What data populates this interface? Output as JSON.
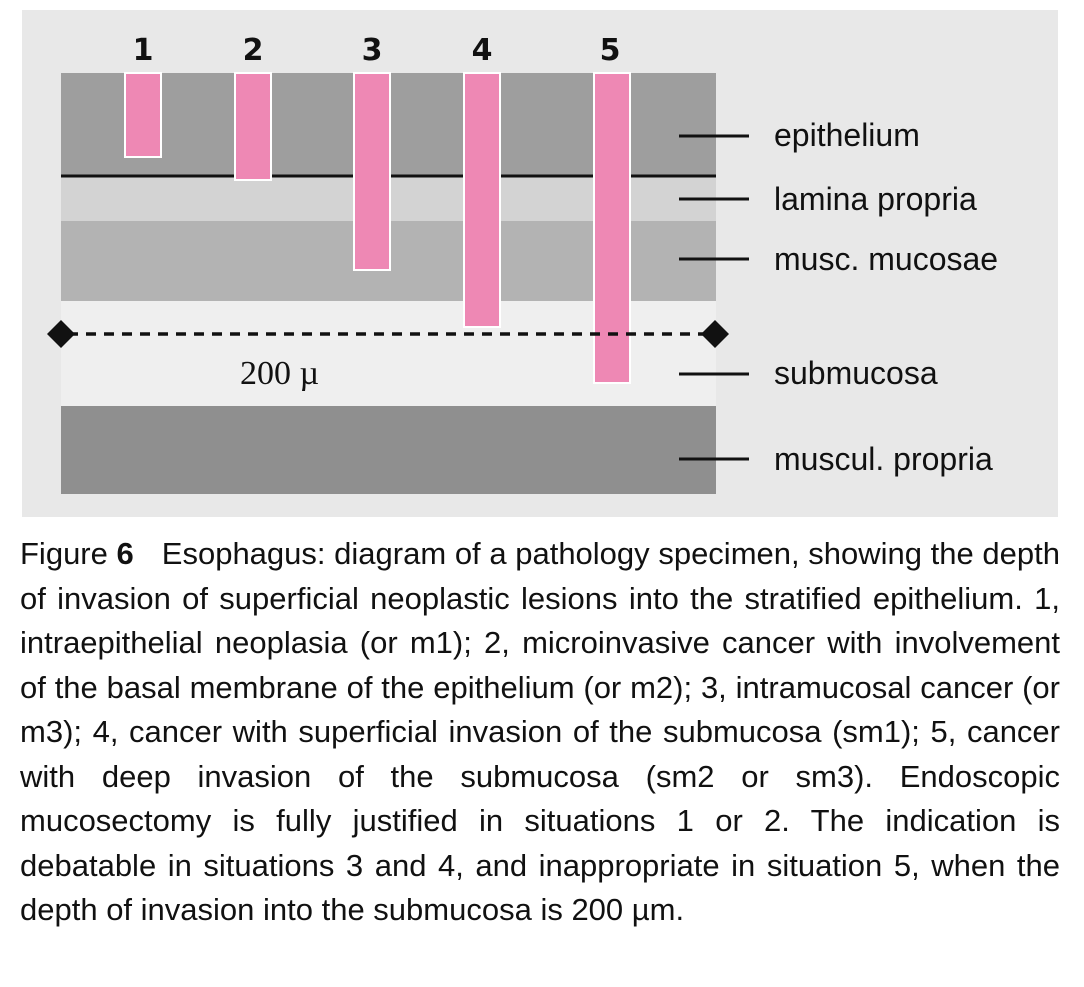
{
  "diagram": {
    "lesions": [
      {
        "label": "1",
        "depth": "m1"
      },
      {
        "label": "2",
        "depth": "m2"
      },
      {
        "label": "3",
        "depth": "m3"
      },
      {
        "label": "4",
        "depth": "sm1"
      },
      {
        "label": "5",
        "depth": "sm2/sm3"
      }
    ],
    "layers": [
      {
        "name": "epithelium",
        "color": "#9e9e9e"
      },
      {
        "name": "lamina propria",
        "color": "#d3d3d3"
      },
      {
        "name": "musc. mucosae",
        "color": "#b3b3b3"
      },
      {
        "name": "submucosa",
        "color": "#efefef"
      },
      {
        "name": "muscul. propria",
        "color": "#8f8f8f"
      }
    ],
    "scale_label": "200 µ",
    "colors": {
      "lesion": "#ee88b4",
      "panel": "#e8e8e8"
    }
  },
  "caption": {
    "figure_word": "Figure",
    "figure_number": "6",
    "text": "Esophagus: diagram of a pathology specimen, showing the depth of invasion of superficial neoplastic lesions into the stratified epi­thelium. 1, intraepithelial neoplasia (or m1); 2, microinvasive cancer with involvement of the basal membrane of the epithelium (or m2); 3, intramucosal cancer (or m3); 4, cancer with superficial invasion of the submucosa (sm1); 5, cancer with deep invasion of the submucosa (sm2 or sm3). Endoscopic mucosectomy is fully justified in situations 1 or 2. The indication is debatable in situations 3 and 4, and inappropri­ate in situation 5, when the depth of invasion into the submucosa is 200 µm."
  }
}
